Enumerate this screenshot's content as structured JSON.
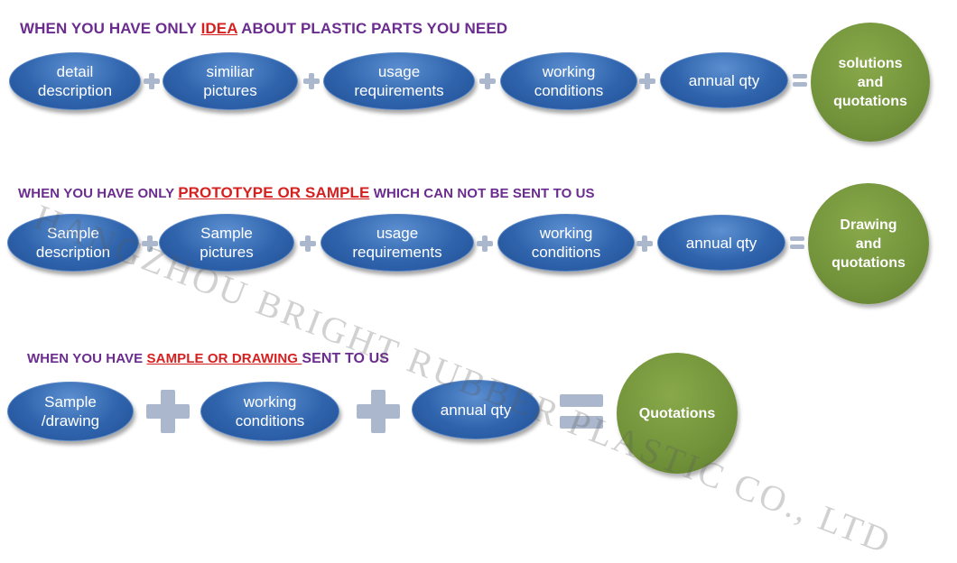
{
  "sections": [
    {
      "heading": {
        "pre": "WHEN YOU HAVE ONLY ",
        "hl": "IDEA",
        "post": " ABOUT PLASTIC PARTS YOU NEED"
      },
      "items": [
        "detail\ndescription",
        "similiar\npictures",
        "usage\nrequirements",
        "working\nconditions",
        "annual qty"
      ],
      "result": "solutions\nand\nquotations"
    },
    {
      "heading": {
        "pre": "WHEN YOU HAVE ONLY ",
        "hl": "PROTOTYPE OR SAMPLE",
        "post": " WHICH CAN NOT BE SENT TO US"
      },
      "items": [
        "Sample\ndescription",
        "Sample\npictures",
        "usage\nrequirements",
        "working\nconditions",
        "annual qty"
      ],
      "result": "Drawing\nand\nquotations"
    },
    {
      "heading": {
        "pre": "WHEN YOU HAVE ",
        "hl": "SAMPLE OR DRAWING ",
        "post": " SENT TO US"
      },
      "items": [
        "Sample\n/drawing",
        "working\nconditions",
        "annual qty"
      ],
      "result": "Quotations"
    }
  ],
  "watermark": "HANGZHOU BRIGHT RUBBER PLASTIC CO., LTD",
  "colors": {
    "heading": "#6b2c8f",
    "highlight": "#d62020",
    "ellipse": "#2f64ad",
    "result": "#72933a",
    "operator": "#aab7cc"
  }
}
